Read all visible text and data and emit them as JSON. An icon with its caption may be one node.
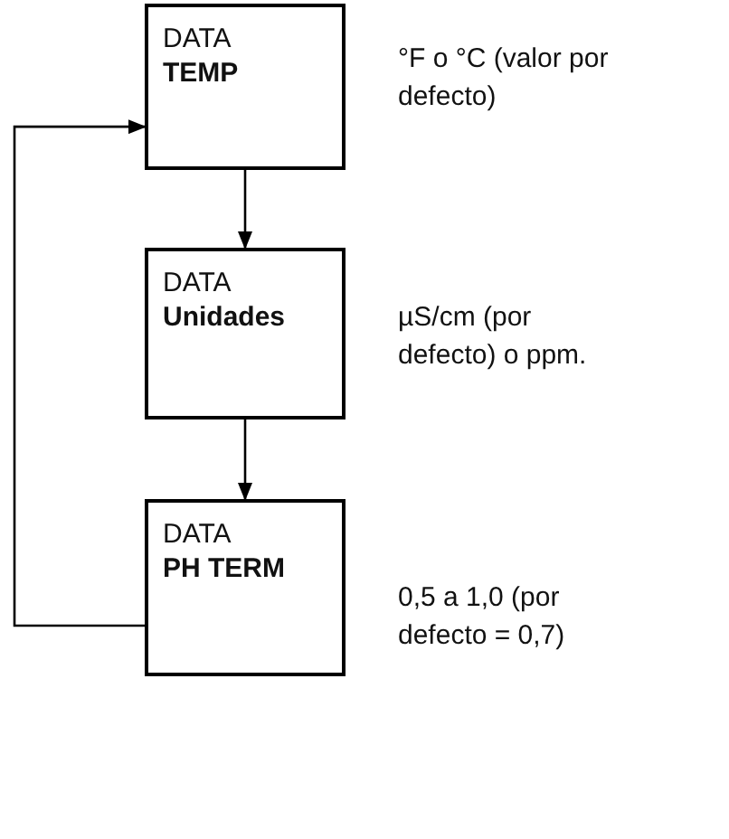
{
  "diagram": {
    "nodes": [
      {
        "text": [
          "DATA",
          "TEMP"
        ],
        "beside": [
          "°F o °C (valor por defecto)"
        ]
      },
      {
        "text": [
          "DATA",
          "Unidades"
        ],
        "beside": [
          "µS/cm (por defecto) o ppm."
        ]
      },
      {
        "text": [
          "DATA",
          "PH TERM"
        ],
        "beside": [
          "0,5 a 1,0 (por defecto = 0,7)"
        ]
      }
    ],
    "edges": [
      {
        "from": 0,
        "to": 1,
        "arrow": "to"
      },
      {
        "from": 1,
        "to": 2,
        "arrow": "to"
      },
      {
        "from": 2,
        "to": 0,
        "arrow": "to"
      }
    ]
  }
}
